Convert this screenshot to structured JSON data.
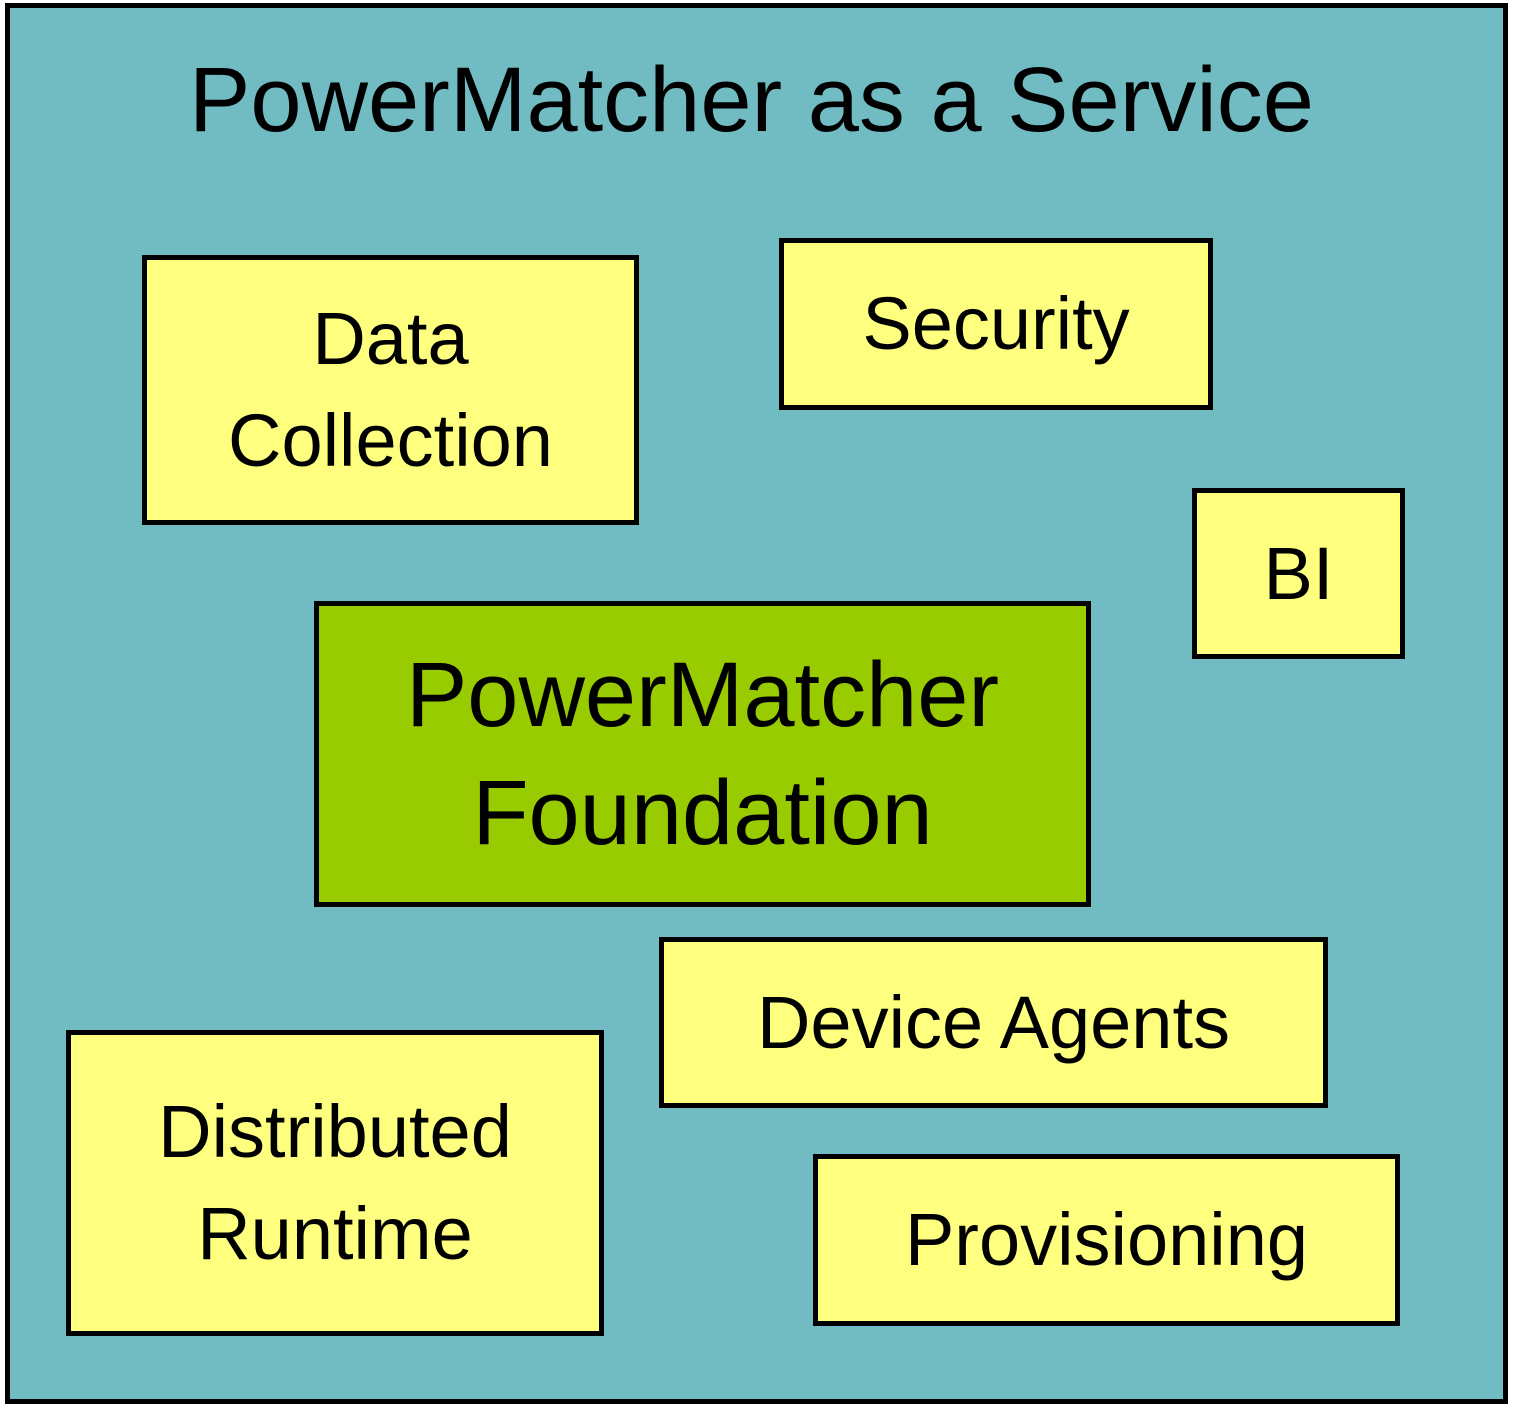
{
  "title": "PowerMatcher as a Service",
  "colors": {
    "background": "#71bcc2",
    "component_fill": "#ffff7f",
    "core_fill": "#99cc00",
    "border": "#000000"
  },
  "components": {
    "data_collection": "Data\nCollection",
    "security": "Security",
    "bi": "BI",
    "foundation": "PowerMatcher\nFoundation",
    "device_agents": "Device Agents",
    "distributed_runtime": "Distributed\nRuntime",
    "provisioning": "Provisioning"
  }
}
